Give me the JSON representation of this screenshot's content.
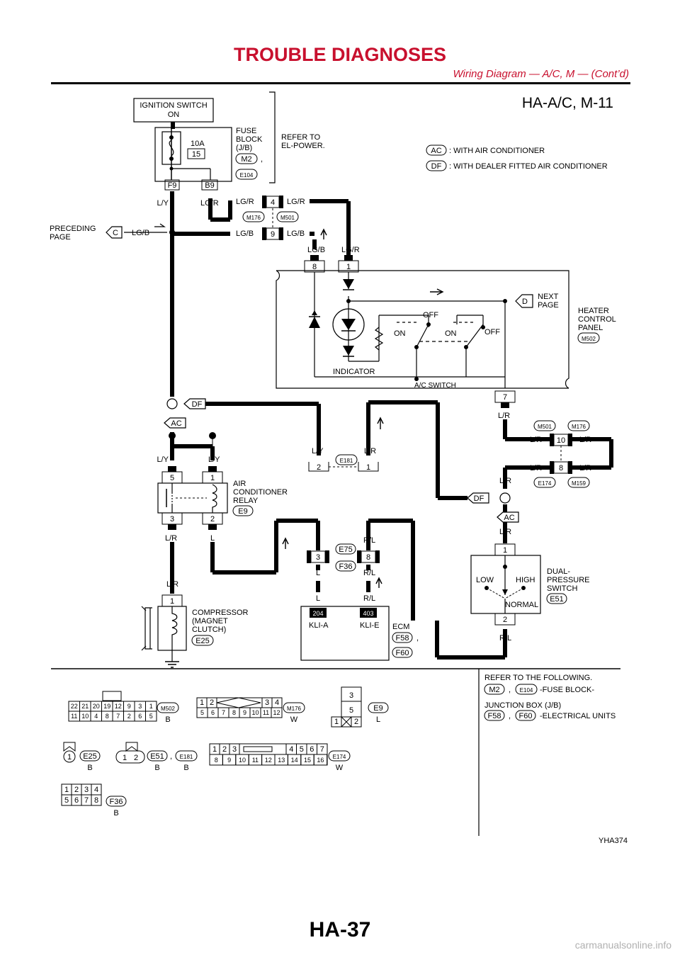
{
  "header": {
    "title": "TROUBLE DIAGNOSES",
    "subtitle": "Wiring Diagram — A/C, M — (Cont’d)"
  },
  "diagram": {
    "code": "HA-A/C, M-11",
    "ignition": [
      "IGNITION SWITCH",
      "ON"
    ],
    "fuse_rating": "10A",
    "fuse_no": "15",
    "fuse_block": [
      "FUSE",
      "BLOCK",
      "(J/B)"
    ],
    "fuse_conn1": "M2",
    "fuse_conn2": "E104",
    "comma": ",",
    "refer_power": [
      "REFER TO",
      "EL-POWER."
    ],
    "term_f9": "F9",
    "term_b9": "B9",
    "legend_ac_tag": "AC",
    "legend_ac_text": ": WITH AIR CONDITIONER",
    "legend_df_tag": "DF",
    "legend_df_text": ": WITH DEALER FITTED AIR CONDITIONER",
    "wire_ly": "L/Y",
    "wire_lgr": "LG/R",
    "wire_lgb": "LG/B",
    "wire_lr": "L/R",
    "wire_l": "L",
    "wire_rl": "R/L",
    "preceding_page": [
      "PRECEDING",
      "PAGE"
    ],
    "tag_c": "C",
    "tag_d": "D",
    "next_page": [
      "NEXT",
      "PAGE"
    ],
    "joint_pin4": "4",
    "joint_pin9": "9",
    "joint_conn_m176": "M176",
    "joint_conn_m501": "M501",
    "hcp_pin8": "8",
    "hcp_pin1": "1",
    "hcp_pin7": "7",
    "heater_panel": [
      "HEATER",
      "CONTROL",
      "PANEL"
    ],
    "heater_conn": "M502",
    "indicator": "INDICATOR",
    "ac_switch": "A/C SWITCH",
    "sw_on": "ON",
    "sw_off": "OFF",
    "tag_df": "DF",
    "tag_ac": "AC",
    "relay_pin5": "5",
    "relay_pin1": "1",
    "relay_pin3": "3",
    "relay_pin2": "2",
    "relay_label": [
      "AIR",
      "CONDITIONER",
      "RELAY"
    ],
    "relay_conn": "E9",
    "e181_conn": "E181",
    "e181_pin2": "2",
    "e181_pin1": "1",
    "jc2_pin10": "10",
    "jc2_pin8": "8",
    "jc2_conn_m501": "M501",
    "jc2_conn_m176": "M176",
    "jc2_conn_e174": "E174",
    "jc2_conn_m159": "M159",
    "dp_pin1": "1",
    "dp_pin2": "2",
    "dp_low": "LOW",
    "dp_high": "HIGH",
    "dp_normal": "NORMAL",
    "dp_label": [
      "DUAL-",
      "PRESSURE",
      "SWITCH"
    ],
    "dp_conn": "E51",
    "e75_conn": "E75",
    "f36_conn": "F36",
    "e75_pin3": "3",
    "e75_pin8": "8",
    "ecm_pin204": "204",
    "ecm_pin403": "403",
    "ecm_kli_a": "KLI-A",
    "ecm_kli_e": "KLI-E",
    "ecm_label": "ECM",
    "ecm_conn1": "F58",
    "ecm_conn2": "F60",
    "comp_pin1": "1",
    "compressor": [
      "COMPRESSOR",
      "(MAGNET",
      "CLUTCH)"
    ],
    "comp_conn": "E25"
  },
  "refer_box": {
    "heading": "REFER TO THE FOLLOWING.",
    "item1_c1": "M2",
    "item1_c2": "E104",
    "item1_text": "-FUSE BLOCK-",
    "item1_text2": "JUNCTION BOX (J/B)",
    "item2_c1": "F58",
    "item2_c2": "F60",
    "item2_text": "-ELECTRICAL UNITS"
  },
  "connectors": {
    "m502": {
      "name": "M502",
      "color": "B",
      "row1": [
        "22",
        "21",
        "20",
        "19",
        "12",
        "9",
        "3",
        "1"
      ],
      "row2": [
        "11",
        "10",
        "4",
        "8",
        "7",
        "2",
        "6",
        "5"
      ]
    },
    "m176": {
      "name": "M176",
      "color": "W",
      "row1": [
        "1",
        "2",
        "3",
        "4"
      ],
      "row2": [
        "5",
        "6",
        "7",
        "8",
        "9",
        "10",
        "11",
        "12"
      ]
    },
    "e9": {
      "name": "E9",
      "color": "L",
      "pins": [
        "3",
        "5",
        "1",
        "2"
      ]
    },
    "e25": {
      "name": "E25",
      "color": "B",
      "pin": "1"
    },
    "e51": {
      "name": "E51",
      "color": "B",
      "pins": [
        "1",
        "2"
      ]
    },
    "e181": {
      "name": "E181",
      "color": "B"
    },
    "e174": {
      "name": "E174",
      "color": "W",
      "row1": [
        "1",
        "2",
        "3",
        "4",
        "5",
        "6",
        "7"
      ],
      "row2": [
        "8",
        "9",
        "10",
        "11",
        "12",
        "13",
        "14",
        "15",
        "16"
      ]
    },
    "f36": {
      "name": "F36",
      "color": "B",
      "row1": [
        "1",
        "2",
        "3",
        "4"
      ],
      "row2": [
        "5",
        "6",
        "7",
        "8"
      ]
    }
  },
  "figure_id": "YHA374",
  "footer": {
    "page": "HA-37",
    "watermark": "carmanualsonline.info"
  }
}
